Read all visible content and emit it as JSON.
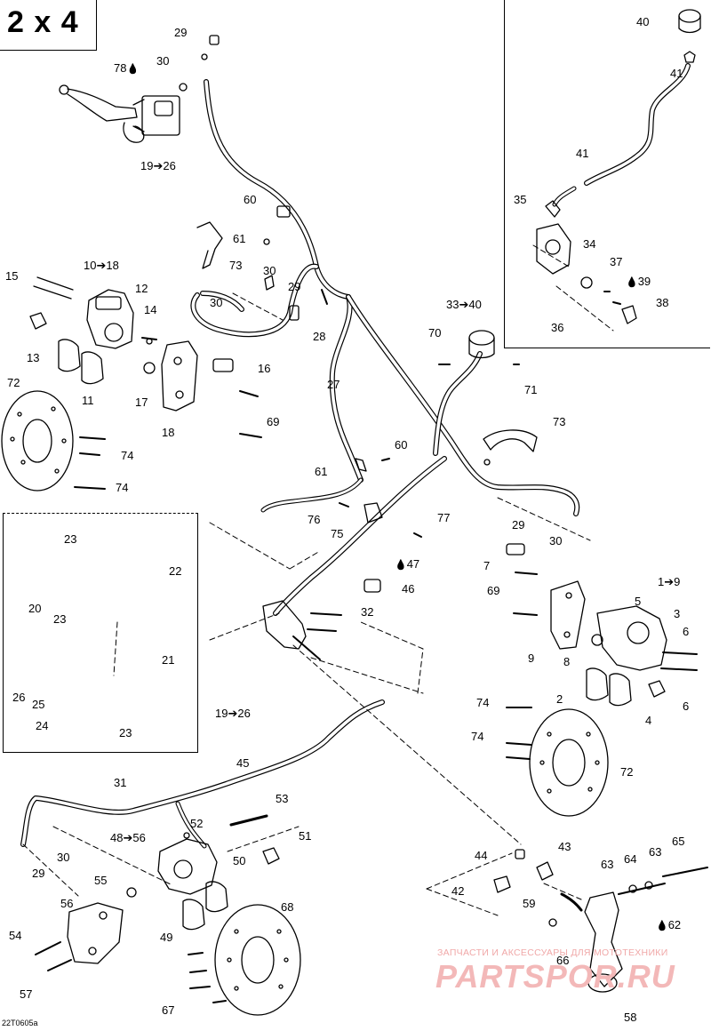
{
  "diagram": {
    "title": "2 x 4",
    "drawing_code": "22T0605a",
    "watermark_line1": "ЗАПЧАСТИ И АКСЕССУАРЫ ДЛЯ МОТОТЕХНИКИ",
    "watermark_line2": "PARTSPOR.RU",
    "callout_color": "#000000",
    "watermark_color": "#f3b8b8",
    "callouts": [
      {
        "id": "c29a",
        "text": "29"
      },
      {
        "id": "c30a",
        "text": "30"
      },
      {
        "id": "c78",
        "text": "78"
      },
      {
        "id": "c19_26a",
        "text": "19➔26"
      },
      {
        "id": "c60a",
        "text": "60"
      },
      {
        "id": "c61a",
        "text": "61"
      },
      {
        "id": "c73a",
        "text": "73"
      },
      {
        "id": "c30b",
        "text": "30"
      },
      {
        "id": "c29b",
        "text": "29"
      },
      {
        "id": "c28",
        "text": "28"
      },
      {
        "id": "c10_18",
        "text": "10➔18"
      },
      {
        "id": "c15",
        "text": "15"
      },
      {
        "id": "c12",
        "text": "12"
      },
      {
        "id": "c14",
        "text": "14"
      },
      {
        "id": "c30c",
        "text": "30"
      },
      {
        "id": "c13",
        "text": "13"
      },
      {
        "id": "c11",
        "text": "11"
      },
      {
        "id": "c16",
        "text": "16"
      },
      {
        "id": "c17",
        "text": "17"
      },
      {
        "id": "c18",
        "text": "18"
      },
      {
        "id": "c69a",
        "text": "69"
      },
      {
        "id": "c72a",
        "text": "72"
      },
      {
        "id": "c74a",
        "text": "74"
      },
      {
        "id": "c74b",
        "text": "74"
      },
      {
        "id": "c27",
        "text": "27"
      },
      {
        "id": "c61b",
        "text": "61"
      },
      {
        "id": "c60b",
        "text": "60"
      },
      {
        "id": "c33_40",
        "text": "33➔40"
      },
      {
        "id": "c70",
        "text": "70"
      },
      {
        "id": "c71",
        "text": "71"
      },
      {
        "id": "c73b",
        "text": "73"
      },
      {
        "id": "c76",
        "text": "76"
      },
      {
        "id": "c75",
        "text": "75"
      },
      {
        "id": "c77",
        "text": "77"
      },
      {
        "id": "c29c",
        "text": "29"
      },
      {
        "id": "c30d",
        "text": "30"
      },
      {
        "id": "c47",
        "text": "47"
      },
      {
        "id": "c46",
        "text": "46"
      },
      {
        "id": "c32",
        "text": "32"
      },
      {
        "id": "c7",
        "text": "7"
      },
      {
        "id": "c69b",
        "text": "69"
      },
      {
        "id": "c1_9",
        "text": "1➔9"
      },
      {
        "id": "c5",
        "text": "5"
      },
      {
        "id": "c3",
        "text": "3"
      },
      {
        "id": "c6a",
        "text": "6"
      },
      {
        "id": "c9",
        "text": "9"
      },
      {
        "id": "c8",
        "text": "8"
      },
      {
        "id": "c2",
        "text": "2"
      },
      {
        "id": "c6b",
        "text": "6"
      },
      {
        "id": "c4",
        "text": "4"
      },
      {
        "id": "c74c",
        "text": "74"
      },
      {
        "id": "c74d",
        "text": "74"
      },
      {
        "id": "c72b",
        "text": "72"
      },
      {
        "id": "c23a",
        "text": "23"
      },
      {
        "id": "c22",
        "text": "22"
      },
      {
        "id": "c20",
        "text": "20"
      },
      {
        "id": "c23b",
        "text": "23"
      },
      {
        "id": "c21",
        "text": "21"
      },
      {
        "id": "c26",
        "text": "26"
      },
      {
        "id": "c25",
        "text": "25"
      },
      {
        "id": "c24",
        "text": "24"
      },
      {
        "id": "c23c",
        "text": "23"
      },
      {
        "id": "c19_26b",
        "text": "19➔26"
      },
      {
        "id": "c45",
        "text": "45"
      },
      {
        "id": "c31",
        "text": "31"
      },
      {
        "id": "c53",
        "text": "53"
      },
      {
        "id": "c52",
        "text": "52"
      },
      {
        "id": "c48_56",
        "text": "48➔56"
      },
      {
        "id": "c51",
        "text": "51"
      },
      {
        "id": "c50",
        "text": "50"
      },
      {
        "id": "c29d",
        "text": "29"
      },
      {
        "id": "c30e",
        "text": "30"
      },
      {
        "id": "c55",
        "text": "55"
      },
      {
        "id": "c56",
        "text": "56"
      },
      {
        "id": "c54",
        "text": "54"
      },
      {
        "id": "c49",
        "text": "49"
      },
      {
        "id": "c68",
        "text": "68"
      },
      {
        "id": "c57",
        "text": "57"
      },
      {
        "id": "c67",
        "text": "67"
      },
      {
        "id": "c44",
        "text": "44"
      },
      {
        "id": "c43",
        "text": "43"
      },
      {
        "id": "c42",
        "text": "42"
      },
      {
        "id": "c59",
        "text": "59"
      },
      {
        "id": "c63a",
        "text": "63"
      },
      {
        "id": "c64",
        "text": "64"
      },
      {
        "id": "c63b",
        "text": "63"
      },
      {
        "id": "c65",
        "text": "65"
      },
      {
        "id": "c62",
        "text": "62"
      },
      {
        "id": "c66",
        "text": "66"
      },
      {
        "id": "c58",
        "text": "58"
      },
      {
        "id": "c40",
        "text": "40"
      },
      {
        "id": "c41a",
        "text": "41"
      },
      {
        "id": "c41b",
        "text": "41"
      },
      {
        "id": "c35",
        "text": "35"
      },
      {
        "id": "c34",
        "text": "34"
      },
      {
        "id": "c37",
        "text": "37"
      },
      {
        "id": "c39",
        "text": "39"
      },
      {
        "id": "c38",
        "text": "38"
      },
      {
        "id": "c36",
        "text": "36"
      }
    ]
  }
}
